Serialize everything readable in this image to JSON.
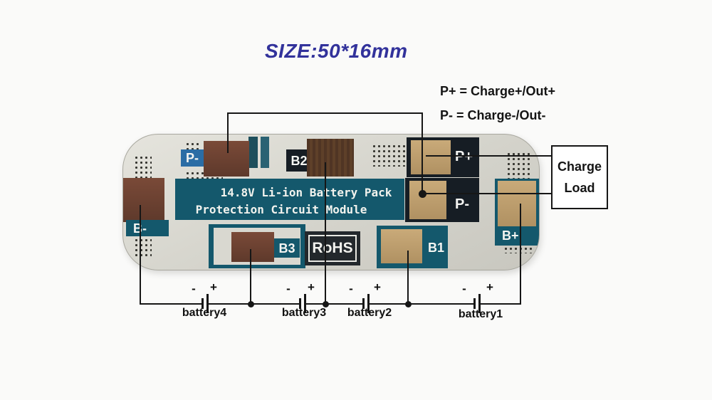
{
  "title": "SIZE:50*16mm",
  "notes": {
    "p_plus": "P+ = Charge+/Out+",
    "p_minus": "P- = Charge-/Out-"
  },
  "connector_box": {
    "line1": "Charge",
    "line2": "Load"
  },
  "board": {
    "silk_line1": "14.8V Li-ion Battery Pack",
    "silk_line2": "Protection Circuit Module",
    "rohs": "RoHS",
    "pads": {
      "p_minus_top": "P-",
      "b2": "B2",
      "p_plus": "P+",
      "p_minus_mid": "P-",
      "b_minus": "B-",
      "b3": "B3",
      "b1": "B1",
      "b_plus": "B+"
    }
  },
  "batteries": [
    {
      "name": "battery4",
      "neg": "-",
      "pos": "+"
    },
    {
      "name": "battery3",
      "neg": "-",
      "pos": "+"
    },
    {
      "name": "battery2",
      "neg": "-",
      "pos": "+"
    },
    {
      "name": "battery1",
      "neg": "-",
      "pos": "+"
    }
  ],
  "colors": {
    "title_text": "#32329b",
    "annotation_line": "#161616",
    "board_teal": "#14586c",
    "label_chip_dark": "#161d24",
    "p_minus_top_chip_blue": "#2b6da5",
    "pad_brown": "#6f4332",
    "pad_dark_brown": "#4e3423",
    "pad_tan": "#c0a06c",
    "board_silkscreen": "#d7d6ce"
  }
}
